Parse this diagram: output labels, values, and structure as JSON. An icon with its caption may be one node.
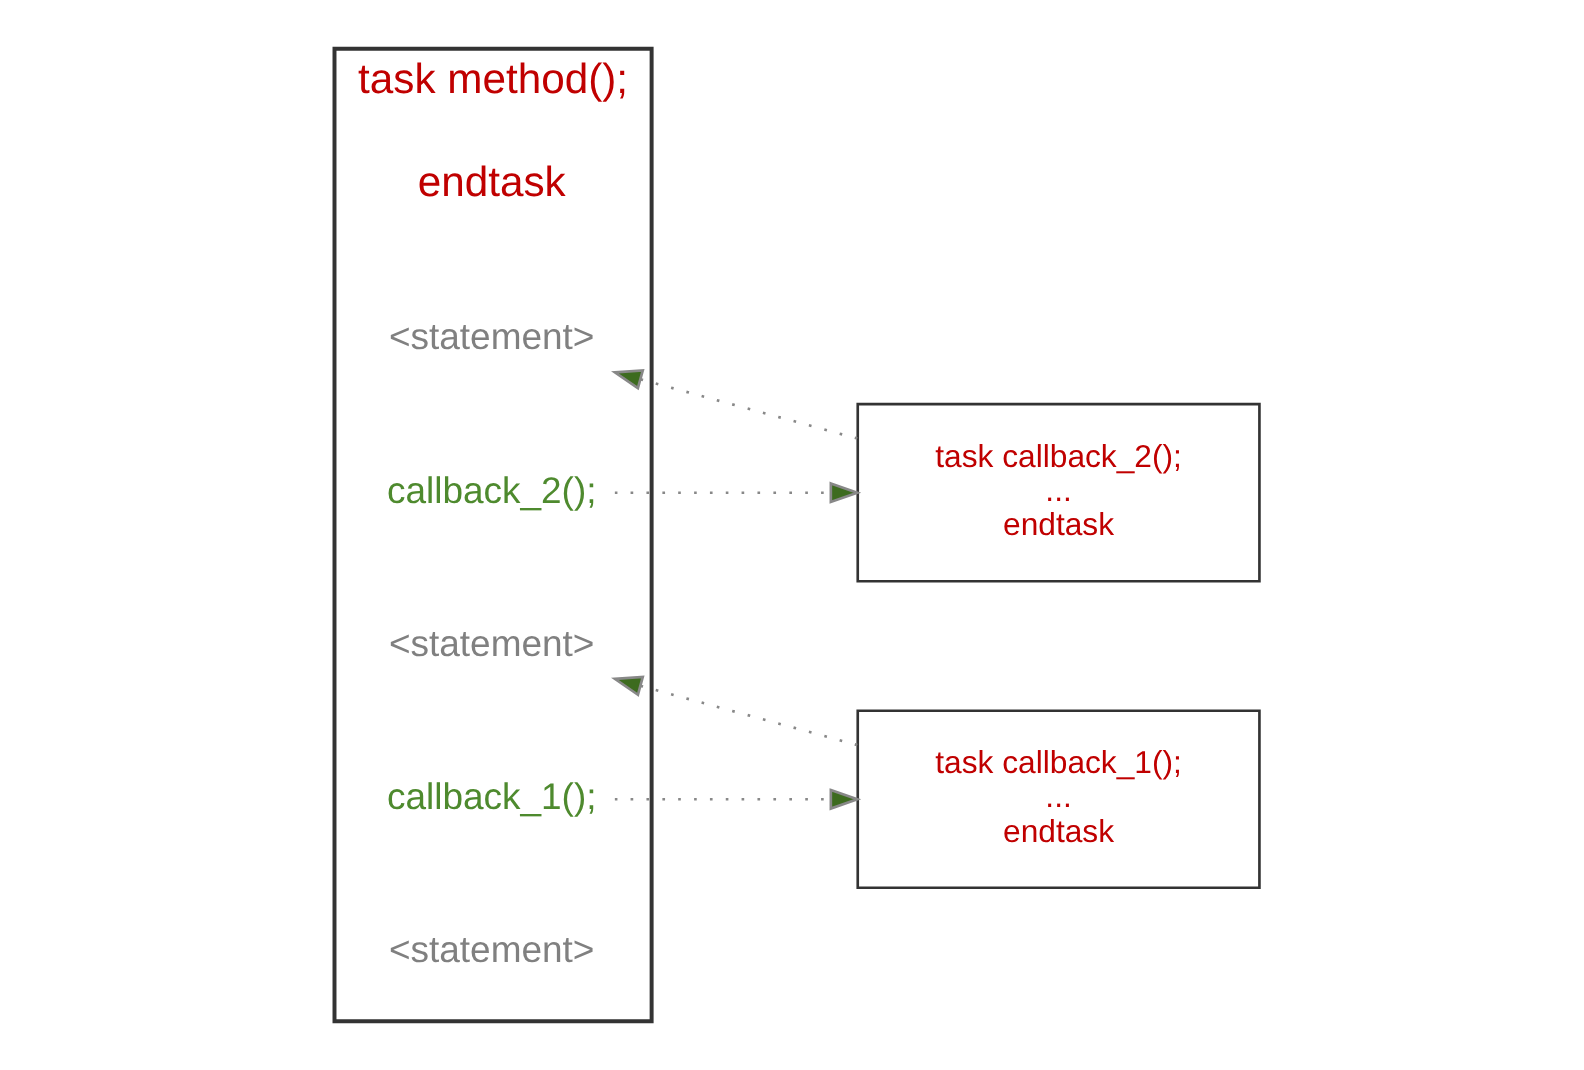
{
  "diagram": {
    "nodes": [
      {
        "text": [
          "task method();",
          "endtask"
        ]
      },
      {
        "text": [
          "<statement>"
        ],
        "in": 0
      },
      {
        "text": [
          "callback_1();"
        ],
        "in": 0
      },
      {
        "text": [
          "<statement>"
        ],
        "in": 0
      },
      {
        "text": [
          "callback_2();"
        ],
        "in": 0
      },
      {
        "text": [
          "<statement>"
        ],
        "in": 0
      },
      {
        "text": [
          "task callback_1();",
          "...",
          "endtask"
        ]
      },
      {
        "text": [
          "task callback_2();",
          "...",
          "endtask"
        ]
      }
    ],
    "edges": [
      {
        "from": 2,
        "to": 6,
        "arrow": "to",
        "style": "dashed"
      },
      {
        "from": 6,
        "to": 3,
        "arrow": "to",
        "style": "dashed"
      },
      {
        "from": 4,
        "to": 7,
        "arrow": "to",
        "style": "dashed"
      },
      {
        "from": 7,
        "to": 5,
        "arrow": "to",
        "style": "dashed"
      }
    ]
  }
}
